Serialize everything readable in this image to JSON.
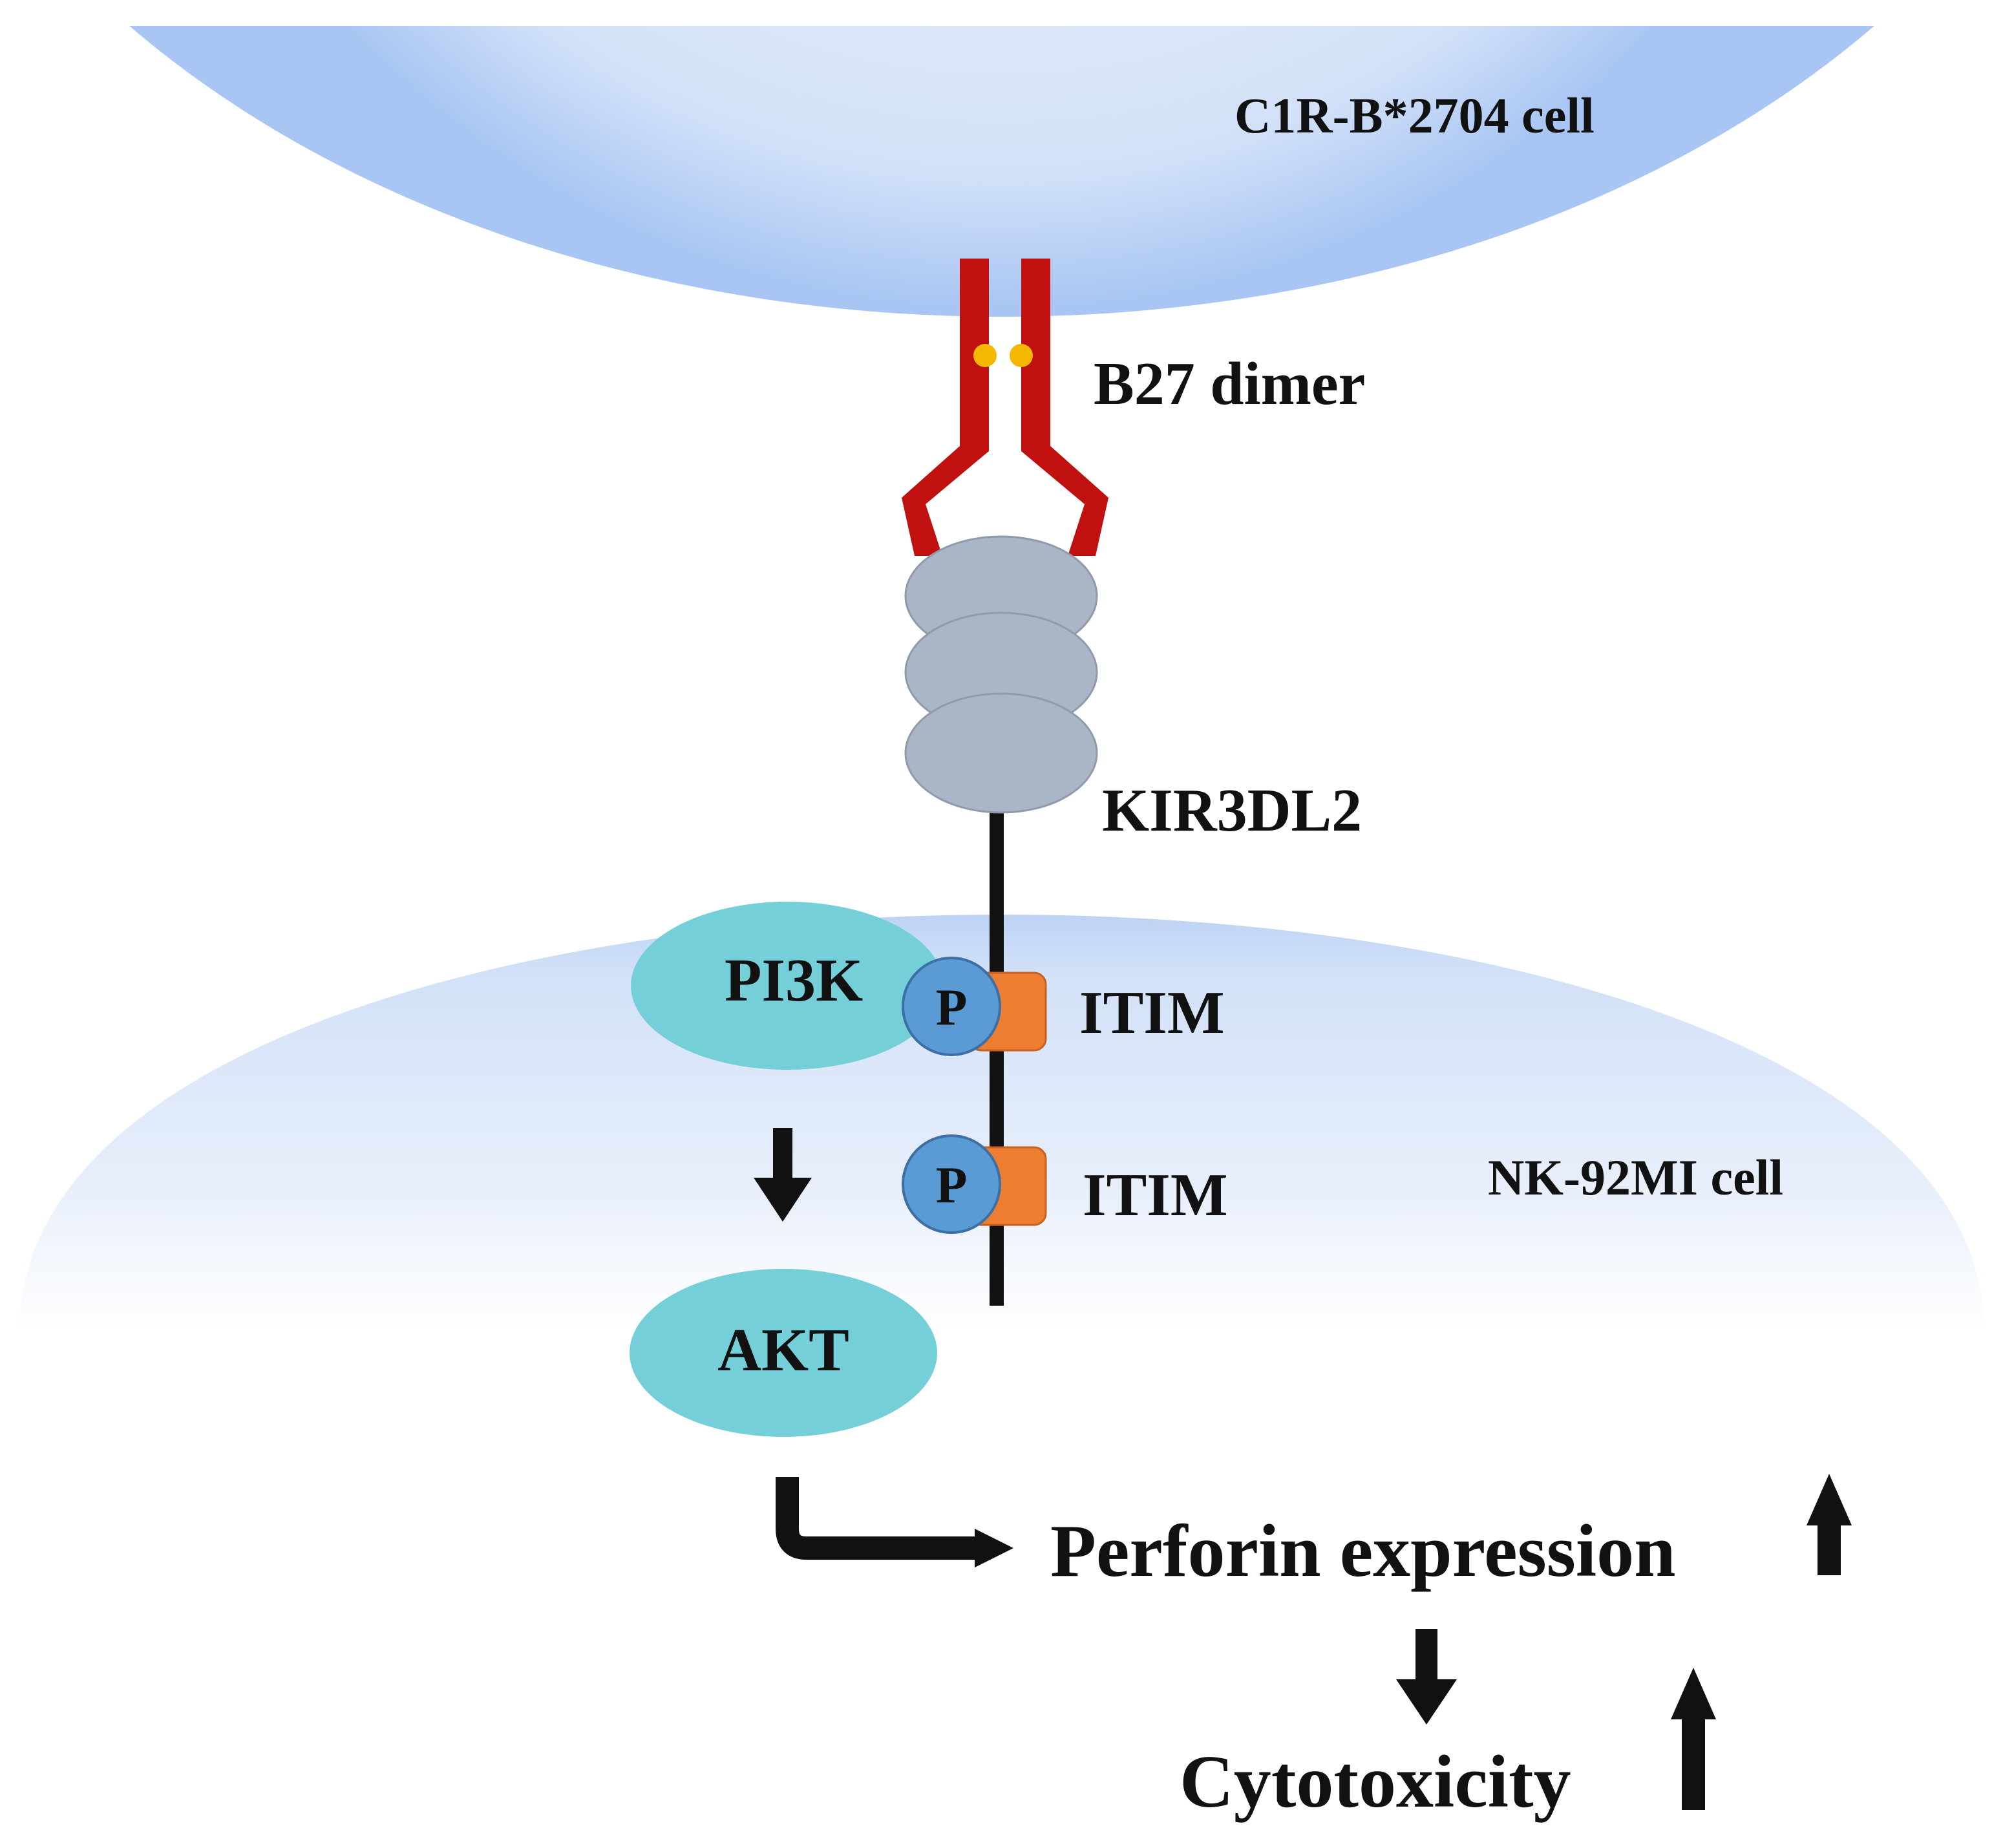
{
  "labels": {
    "top_cell": "C1R-B*2704 cell",
    "dimer": "B27 dimer",
    "receptor": "KIR3DL2",
    "kinase": "PI3K",
    "akt": "AKT",
    "itim_1": "ITIM",
    "itim_2": "ITIM",
    "phospho_1": "P",
    "phospho_2": "P",
    "bottom_cell": "NK-92MI cell",
    "perforin": "Perforin expression",
    "cytotoxicity": "Cytotoxicity"
  },
  "colors": {
    "cell_edge": "#a9c6f3",
    "cell_inner": "#e3ecfb",
    "dimer": "#c01010",
    "dimer_dots": "#f5b800",
    "receptor_domains": "#aab5c5",
    "receptor_stroke": "#8f9bab",
    "kinase": "#74cfd9",
    "phospho": "#5b9bd5",
    "itim": "#ed7d31",
    "arrows": "#111111"
  }
}
